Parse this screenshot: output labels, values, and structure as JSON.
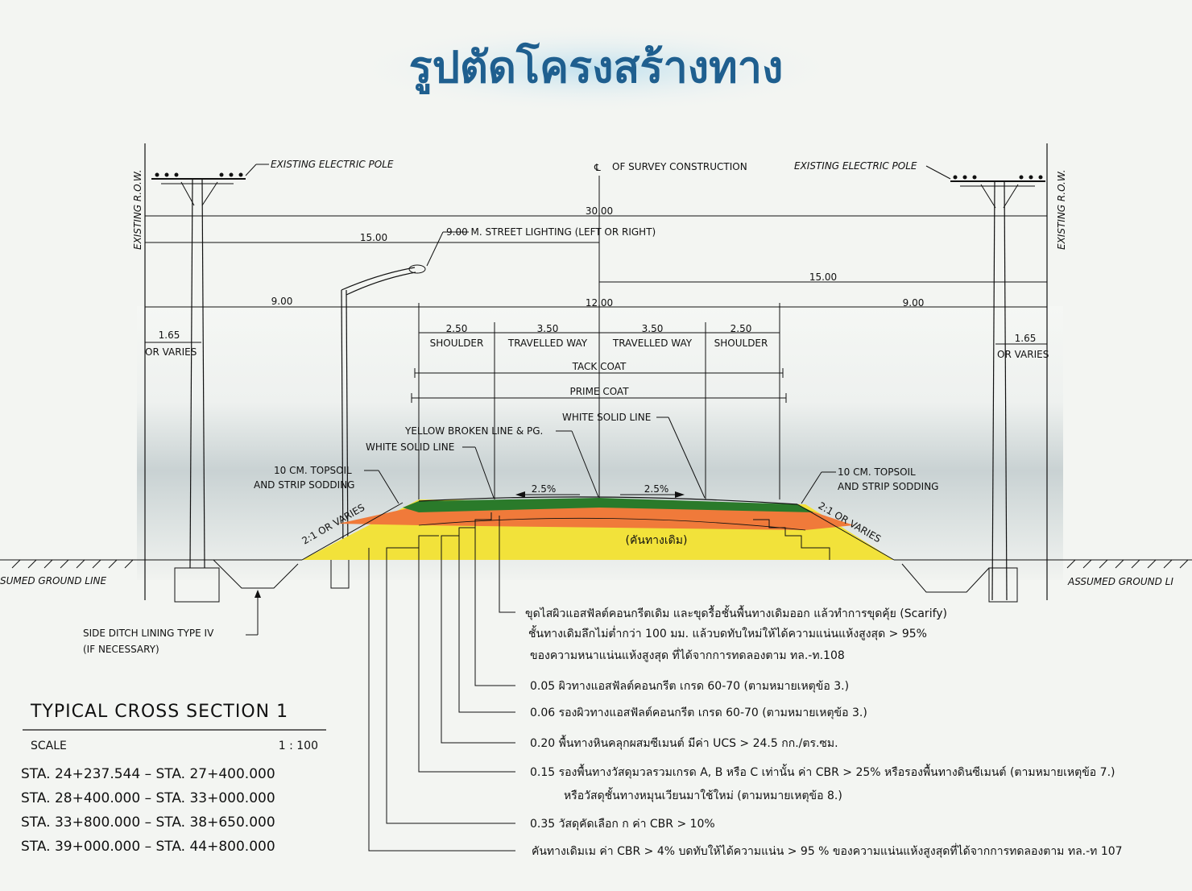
{
  "title": "รูปตัดโครงสร้างทาง",
  "labels": {
    "existing_row": "EXISTING R.O.W.",
    "existing_pole": "EXISTING ELECTRIC POLE",
    "cl_survey": "OF SURVEY CONSTRUCTION",
    "cl_symbol": "℄",
    "street_lighting": "9.00 M. STREET LIGHTING (LEFT OR RIGHT)",
    "dim_30": "30.00",
    "dim_15_left": "15.00",
    "dim_15_right": "15.00",
    "dim_9_left": "9.00",
    "dim_12": "12.00",
    "dim_9_right": "9.00",
    "dim_165_left": "1.65",
    "dim_165_right": "1.65",
    "or_varies": "OR VARIES",
    "shoulder_w": "2.50",
    "lane_w": "3.50",
    "shoulder": "SHOULDER",
    "travelled_way": "TRAVELLED WAY",
    "tack_coat": "TACK COAT",
    "prime_coat": "PRIME COAT",
    "white_solid_line": "WHITE SOLID LINE",
    "yellow_broken": "YELLOW BROKEN LINE & PG.",
    "topsoil_1": "10 CM. TOPSOIL",
    "topsoil_2": "AND STRIP SODDING",
    "slope": "2.5%",
    "side_slope": "2:1 OR VARIES",
    "existing_embankment": "(คันทางเดิม)",
    "ground_line_left": "SUMED GROUND LINE",
    "ground_line_right": "ASSUMED GROUND LI",
    "side_ditch_1": "SIDE DITCH LINING TYPE IV",
    "side_ditch_2": "(IF NECESSARY)"
  },
  "notes": [
    "ขุดไสผิวแอสฟัลต์คอนกรีตเดิม และขุดรื้อชั้นพื้นทางเดิมออก แล้วทำการขุดคุ้ย (Scarify)",
    "ชั้นทางเดิมลึกไม่ต่ำกว่า 100 มม. แล้วบดทับใหม่ให้ได้ความแน่นแห้งสูงสุด > 95%",
    "ของความหนาแน่นแห้งสูงสุด ที่ได้จากการทดลองตาม ทล.-ท.108",
    "0.05  ผิวทางแอสฟัลต์คอนกรีต เกรด 60-70 (ตามหมายเหตุข้อ 3.)",
    "0.06  รองผิวทางแอสฟัลต์คอนกรีต เกรด 60-70 (ตามหมายเหตุข้อ 3.)",
    "0.20 พื้นทางหินคลุกผสมซีเมนต์ มีค่า UCS > 24.5 กก./ตร.ซม.",
    "0.15 รองพื้นทางวัสดุมวลรวมเกรด A, B หรือ C เท่านั้น ค่า CBR > 25%   หรือรองพื้นทางดินซีเมนต์ (ตามหมายเหตุข้อ 7.)",
    "หรือวัสดุชั้นทางหมุนเวียนมาใช้ใหม่ (ตามหมายเหตุข้อ 8.)",
    "0.35 วัสดุคัดเลือก ก ค่า CBR > 10%",
    "คันทางเดิมเม ค่า CBR > 4% บดทับให้ได้ความแน่น > 95 %  ของความแน่นแห้งสูงสุดที่ได้จากการทดลองตาม ทล.-ท 107"
  ],
  "section": {
    "title": "TYPICAL CROSS SECTION 1",
    "scale_label": "SCALE",
    "scale_value": "1 : 100",
    "stations": [
      "STA.  24+237.544  –  STA.  27+400.000",
      "STA.  28+400.000  –  STA.  33+000.000",
      "STA.  33+800.000  –  STA.  38+650.000",
      "STA.  39+000.000  –  STA.  44+800.000"
    ]
  },
  "colors": {
    "title": "#1f5f8f",
    "surface": "#2a7a2a",
    "base_orange": "#f07a3a",
    "subbase_yellow": "#f2e23a",
    "line": "#111111"
  }
}
